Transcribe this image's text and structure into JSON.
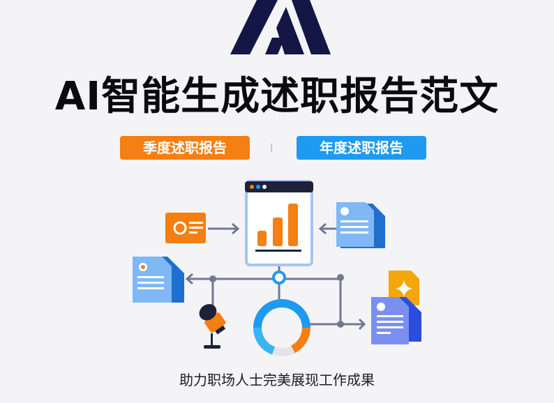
{
  "logo": {
    "icon": "letter-a-logo-icon",
    "color": "#141646"
  },
  "title": "AI智能生成述职报告范文",
  "tags": {
    "quarterly": {
      "label": "季度述职报告",
      "color": "#f47f12"
    },
    "annual": {
      "label": "年度述职报告",
      "color": "#1e9af0"
    },
    "separator": "|"
  },
  "illustration": {
    "center": "bar-chart-window-icon",
    "nodes": [
      "profile-card-icon",
      "document-icon-right",
      "document-icon-left",
      "microphone-icon",
      "donut-chart-icon",
      "ai-sparkle-document-icon"
    ]
  },
  "subtitle": "助力职场人士完美展现工作成果"
}
